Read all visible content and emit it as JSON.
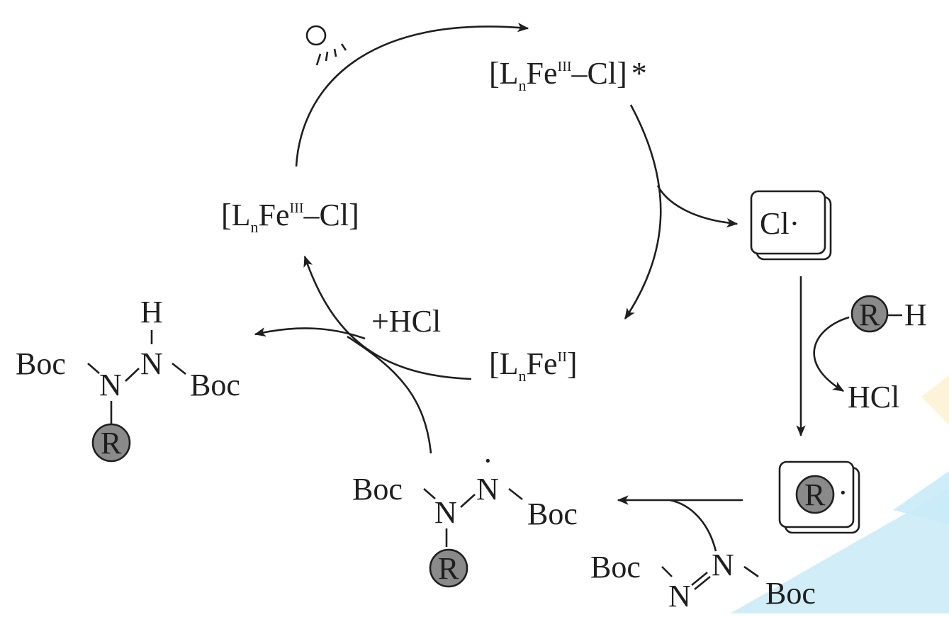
{
  "species": {
    "fe3_excited": {
      "bracket_open": "[",
      "L": "L",
      "n": "n",
      "Fe": "Fe",
      "ox": "III",
      "dash_cl": "–Cl",
      "bracket_close": "]",
      "star": "*"
    },
    "fe3": {
      "bracket_open": "[",
      "L": "L",
      "n": "n",
      "Fe": "Fe",
      "ox": "III",
      "dash_cl": "–Cl",
      "bracket_close": "]"
    },
    "fe2": {
      "bracket_open": "[",
      "L": "L",
      "n": "n",
      "Fe": "Fe",
      "ox": "II",
      "bracket_close": "]"
    },
    "cl_radical": {
      "label": "Cl·"
    },
    "r_radical": {
      "r": "R",
      "dot": "·"
    }
  },
  "reagents": {
    "rh": {
      "r": "R",
      "h": "H"
    },
    "hcl_out": "HCl",
    "plus_hcl": "+HCl"
  },
  "molecules": {
    "product": {
      "h": "H",
      "boc_left": "Boc",
      "n1": "N",
      "n2": "N",
      "boc_right": "Boc",
      "r": "R"
    },
    "hydrazyl": {
      "boc_left": "Boc",
      "n1": "N",
      "n2": "N",
      "dot": "·",
      "boc_right": "Boc",
      "r": "R"
    },
    "azo": {
      "boc_left": "Boc",
      "n1": "N",
      "n2": "N",
      "boc_right": "Boc"
    }
  },
  "colors": {
    "ink": "#1f1f1f",
    "r_fill": "#8a8a8a",
    "watermark_blue": "#c9ebf7",
    "watermark_yellow": "#fbe9b8"
  },
  "icons": {
    "light": "light-bulb-icon"
  }
}
